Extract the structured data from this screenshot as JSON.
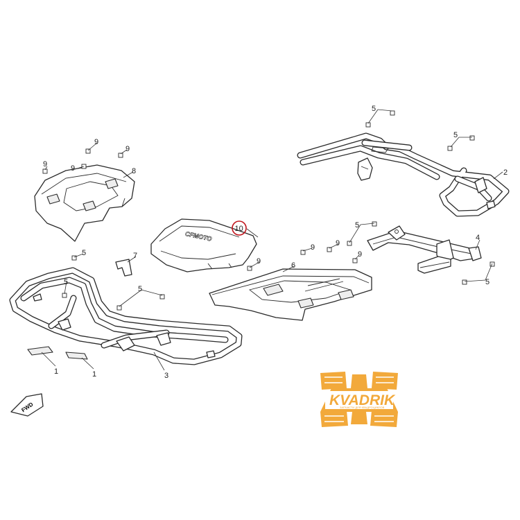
{
  "diagram": {
    "callouts": [
      {
        "id": "c1a",
        "text": "1"
      },
      {
        "id": "c1b",
        "text": "1"
      },
      {
        "id": "c2",
        "text": "2"
      },
      {
        "id": "c3",
        "text": "3"
      },
      {
        "id": "c4",
        "text": "4"
      },
      {
        "id": "c5a",
        "text": "5"
      },
      {
        "id": "c5b",
        "text": "5"
      },
      {
        "id": "c5c",
        "text": "5"
      },
      {
        "id": "c5d",
        "text": "5"
      },
      {
        "id": "c5e",
        "text": "5"
      },
      {
        "id": "c5f",
        "text": "5"
      },
      {
        "id": "c6",
        "text": "6"
      },
      {
        "id": "c7",
        "text": "7"
      },
      {
        "id": "c8",
        "text": "8"
      },
      {
        "id": "c9a",
        "text": "9"
      },
      {
        "id": "c9b",
        "text": "9"
      },
      {
        "id": "c9c",
        "text": "9"
      },
      {
        "id": "c9d",
        "text": "9"
      },
      {
        "id": "c9e",
        "text": "9"
      },
      {
        "id": "c9f",
        "text": "9"
      },
      {
        "id": "c9g",
        "text": "9"
      },
      {
        "id": "c10",
        "text": "10"
      }
    ],
    "highlighted_part": "10",
    "highlight_color": "#c0141c",
    "fwd_label": "FWD",
    "cover_emboss": "CFMOTO"
  },
  "watermark": {
    "brand": "KVADRIK",
    "tagline": "ЗАПЧАСТИ ДЛЯ КВАДРОЦИКЛОВ",
    "color": "#f2a93b",
    "icon": "atv-tires-logo"
  }
}
